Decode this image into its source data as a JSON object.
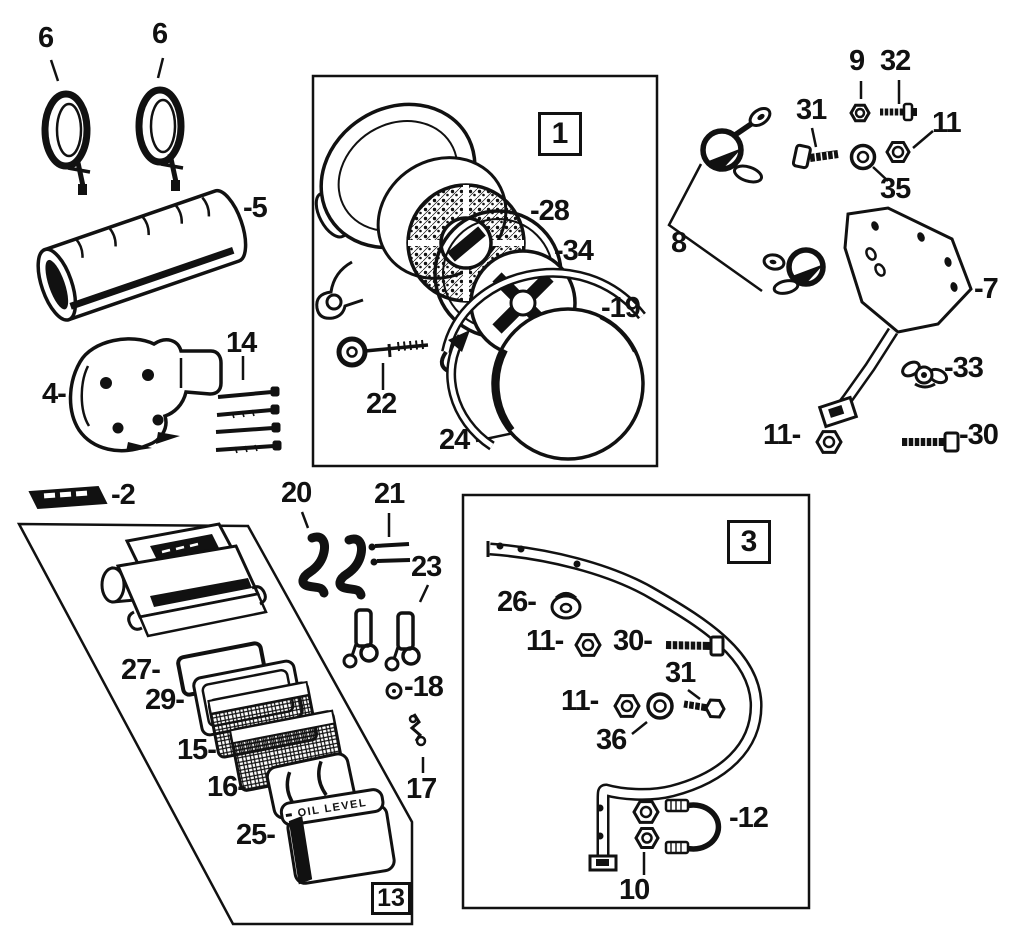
{
  "figure": {
    "type": "exploded-parts-diagram",
    "subject": "air cleaner assembly and mounting hardware",
    "background_color": "#ffffff",
    "ink_color": "#111111"
  },
  "callouts": {
    "clamp_left": "6",
    "clamp_right": "6",
    "hose": "-5",
    "intake_elbow": "4-",
    "screw_set": "14",
    "gasket_plate": "-2",
    "filter_screen": "-28",
    "retainer_ring": "-34",
    "clamp_band": "-19",
    "wing_bolt": "22",
    "oil_cup": "24",
    "nut_top": "9",
    "bolt_short": "32",
    "bolt_hex_top": "31",
    "nut_right_top": "11",
    "lock_washer": "35",
    "cable_clips": "8",
    "mounting_plate": "-7",
    "wing_nut": "-33",
    "nut_plate_row": "11-",
    "bolt_long": "-30",
    "support_brackets": "20",
    "link_rods": "21",
    "wire_clips": "23",
    "grommet": "-18",
    "cotter_pin": "17",
    "cover_gasket": "27-",
    "element_frame": "29-",
    "filter_element": "15-",
    "baffle": "16-",
    "oil_bowl": "25-",
    "retainer_clip": "26-",
    "nut_a": "11-",
    "bolt_a": "30-",
    "bolt_b": "31",
    "nut_b": "11-",
    "flat_washer": "36",
    "nuts_pair": "10",
    "u_bolt": "-12"
  },
  "group_boxes": {
    "box1": "1",
    "box3": "3",
    "box13": "13"
  },
  "drawing_text": {
    "oil_level": "OIL LEVEL"
  }
}
